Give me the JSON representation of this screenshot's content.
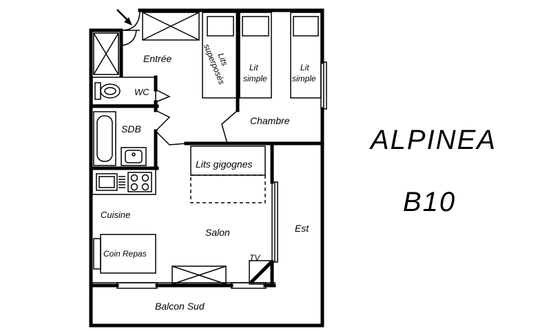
{
  "labels": {
    "entree": "Entrée",
    "wc": "WC",
    "sdb": "SDB",
    "lits_superposes_1": "Lits",
    "lits_superposes_2": "superposés",
    "lit_simple_1a": "Lit",
    "lit_simple_1b": "simple",
    "lit_simple_2a": "Lit",
    "lit_simple_2b": "simple",
    "chambre": "Chambre",
    "lits_gigognes": "Lits gigognes",
    "cuisine": "Cuisine",
    "salon": "Salon",
    "coin_repas": "Coin Repas",
    "tv": "TV",
    "est": "Est",
    "balcon_sud": "Balcon Sud"
  },
  "building": "ALPINEA",
  "unit": "B10"
}
